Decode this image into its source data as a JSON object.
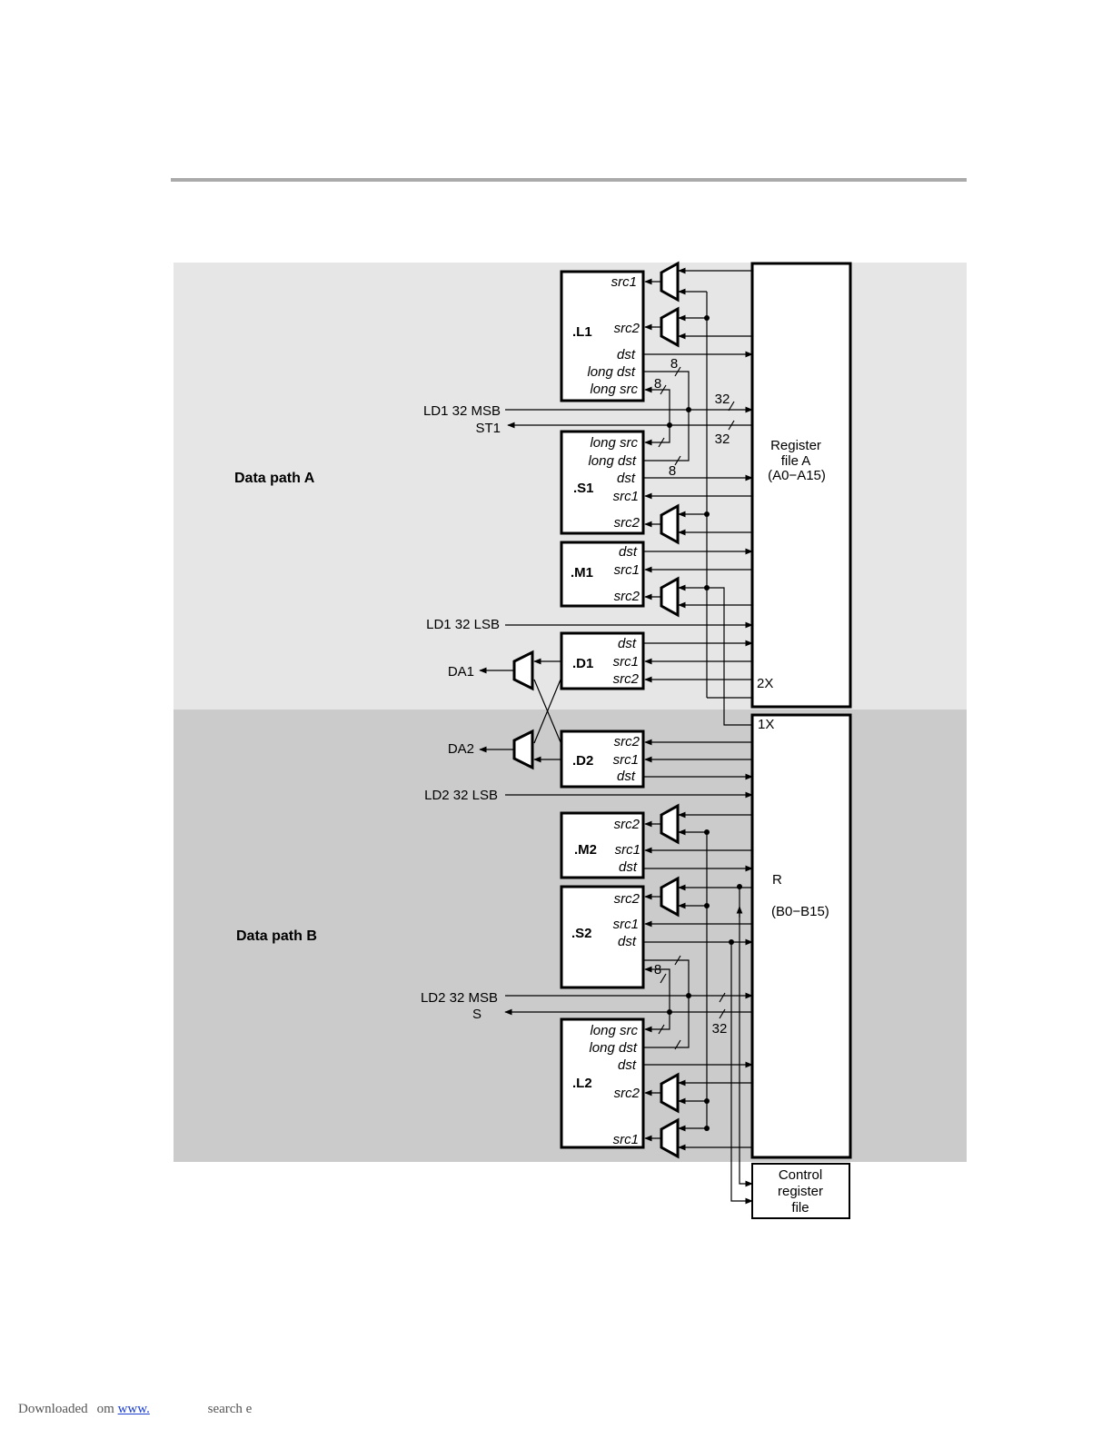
{
  "sections": {
    "path_a": "Data path A",
    "path_b": "Data path B"
  },
  "units": {
    "L1": {
      "name": ".L1",
      "ports": [
        "src1",
        "src2",
        "dst",
        "long dst",
        "long src"
      ]
    },
    "S1": {
      "name": ".S1",
      "ports": [
        "long src",
        "long dst",
        "dst",
        "src1",
        "src2"
      ]
    },
    "M1": {
      "name": ".M1",
      "ports": [
        "dst",
        "src1",
        "src2"
      ]
    },
    "D1": {
      "name": ".D1",
      "ports": [
        "dst",
        "src1",
        "src2"
      ]
    },
    "D2": {
      "name": ".D2",
      "ports": [
        "src2",
        "src1",
        "dst"
      ]
    },
    "M2": {
      "name": ".M2",
      "ports": [
        "src2",
        "src1",
        "dst"
      ]
    },
    "S2": {
      "name": ".S2",
      "ports": [
        "src2",
        "src1",
        "dst"
      ]
    },
    "L2": {
      "name": ".L2",
      "ports": [
        "long src",
        "long dst",
        "dst",
        "src2",
        "src1"
      ]
    }
  },
  "signals": {
    "ld1_msb": "LD1 32 MSB",
    "st1": "ST1",
    "ld1_lsb": "LD1 32 LSB",
    "da1": "DA1",
    "da2": "DA2",
    "ld2_lsb": "LD2 32 LSB",
    "ld2_msb": "LD2 32 MSB",
    "st2": "S"
  },
  "widths": {
    "w8": "8",
    "w32": "32"
  },
  "regfile_a": {
    "lines": [
      "Register",
      "file A",
      "(A0−A15)"
    ],
    "port2x": "2X"
  },
  "regfile_b": {
    "line1": "R",
    "line2": "(B0−B15)",
    "port1x": "1X"
  },
  "control": {
    "lines": [
      "Control",
      "register",
      "file"
    ]
  },
  "footer": {
    "downloaded": "Downloaded",
    "from": "om",
    "link": "www.",
    "search": "search e"
  }
}
